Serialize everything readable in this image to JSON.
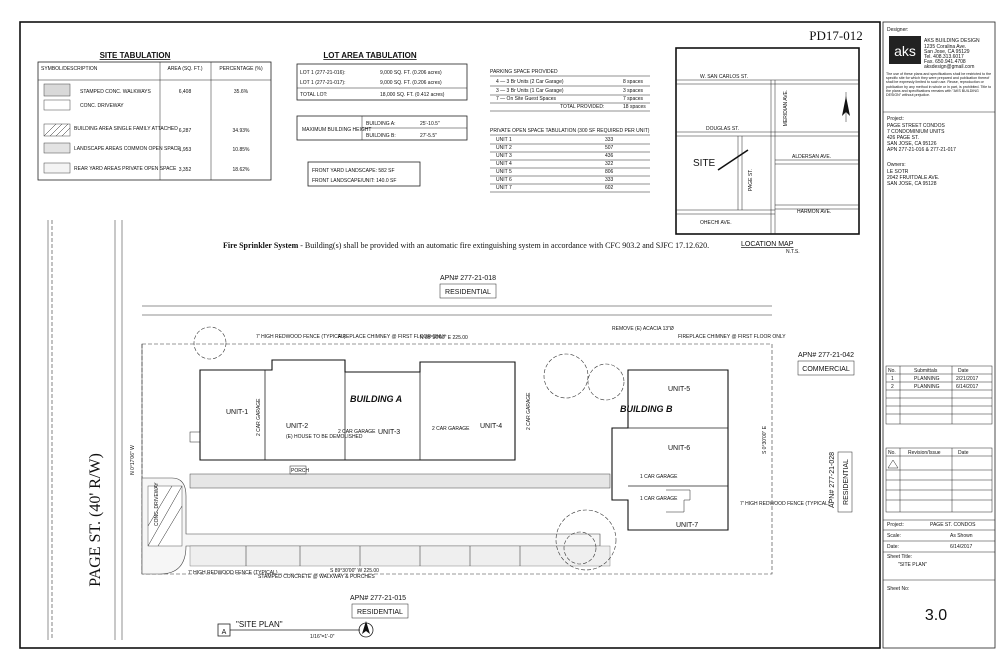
{
  "project_number": "PD17-012",
  "site_tabulation": {
    "title": "SITE TABULATION",
    "headers": [
      "SYMBOL/DESCRIPTION",
      "AREA (SQ. FT.)",
      "PERCENTAGE (%)"
    ],
    "rows": [
      {
        "desc": "STAMPED CONC. WALKWAYS",
        "area": "6,408",
        "pct": "35.6%"
      },
      {
        "desc": "CONC. DRIVEWAY",
        "area": "",
        "pct": ""
      },
      {
        "desc": "BUILDING AREA SINGLE FAMILY ATTACHED",
        "area": "6,287",
        "pct": "34.93%"
      },
      {
        "desc": "LANDSCAPE AREAS COMMON OPEN SPACE",
        "area": "1,953",
        "pct": "10.85%"
      },
      {
        "desc": "REAR YARD AREAS PRIVATE OPEN SPACE",
        "area": "3,352",
        "pct": "18.62%"
      }
    ]
  },
  "lot_area": {
    "title": "LOT AREA TABULATION",
    "rows": [
      {
        "label": "LOT 1 (277-21-016):",
        "value": "9,000 SQ. FT. (0.206 acres)"
      },
      {
        "label": "LOT 1 (277-21-017):",
        "value": "9,000 SQ. FT. (0.206 acres)"
      },
      {
        "label": "TOTAL LOT:",
        "value": "18,000 SQ. FT. (0.412 acres)"
      }
    ],
    "max_height_label": "MAXIMUM BUILDING HEIGHT",
    "heights": [
      {
        "label": "BUILDING A:",
        "value": "25'-10.5\""
      },
      {
        "label": "BUILDING B:",
        "value": "27'-5.5\""
      }
    ],
    "landscape": [
      "FRONT YARD LANDSCAPE: 582 SF",
      "FRONT LANDSCAPE/UNIT: 140.0 SF"
    ]
  },
  "parking": {
    "title": "PARKING SPACE PROVIDED",
    "rows": [
      {
        "label": "4 — 3 Br Units (2 Car Garage)",
        "value": "8 spaces"
      },
      {
        "label": "3 — 3 Br Units (1 Car Garage)",
        "value": "3 spaces"
      },
      {
        "label": "7 — On Site Guest Spaces",
        "value": "7 spaces"
      },
      {
        "label": "TOTAL PROVIDED:",
        "value": "18 spaces"
      }
    ]
  },
  "private_open": {
    "title": "PRIVATE OPEN SPACE TABULATION (300 SF REQUIRED PER UNIT)",
    "rows": [
      {
        "unit": "UNIT 1",
        "value": "333"
      },
      {
        "unit": "UNIT 2",
        "value": "507"
      },
      {
        "unit": "UNIT 3",
        "value": "436"
      },
      {
        "unit": "UNIT 4",
        "value": "322"
      },
      {
        "unit": "UNIT 5",
        "value": "806"
      },
      {
        "unit": "UNIT 6",
        "value": "333"
      },
      {
        "unit": "UNIT 7",
        "value": "602"
      }
    ]
  },
  "location_map": {
    "title": "LOCATION MAP",
    "nts": "N.T.S.",
    "site": "SITE",
    "streets": [
      "W. SAN CARLOS ST.",
      "DOUGLAS ST.",
      "MERIDIAN AVE.",
      "ALDERSAN AVE.",
      "PAGE ST.",
      "HARMON AVE.",
      "OHECHI AVE."
    ]
  },
  "fire_note": {
    "lead": "Fire Sprinkler System",
    "text": " - Building(s) shall be provided with an automatic fire extinguishing system in accordance with CFC 903.2 and SJFC 17.12.620."
  },
  "plan": {
    "apn_top": "APN# 277-21-018",
    "apn_top_use": "RESIDENTIAL",
    "apn_right": "APN# 277-21-042",
    "apn_right_use": "COMMERCIAL",
    "apn_right2": "APN# 277-21-028",
    "apn_right2_use": "RESIDENTIAL",
    "apn_bottom": "APN# 277-21-015",
    "apn_bottom_use": "RESIDENTIAL",
    "street": "PAGE ST. (40' R/W)",
    "bearing_top": "N 89°30'00\" E  225.00",
    "bearing_bottom": "S 89°30'00\" W  225.00",
    "bearing_left": "N 0°17'06\" W",
    "bearing_right": "S 0°30'00\" E",
    "building_a": "BUILDING A",
    "building_b": "BUILDING B",
    "units": [
      "UNIT-1",
      "UNIT-2",
      "UNIT-3",
      "UNIT-4",
      "UNIT-5",
      "UNIT-6",
      "UNIT-7"
    ],
    "garage_2": "2 CAR GARAGE",
    "garage_1": "1 CAR GARAGE",
    "driveway": "CONC. DRIVEWAY",
    "house_demo": "(E) HOUSE TO BE DEMOLISHED",
    "fence_note": "7' HIGH REDWOOD FENCE (TYPICAL)",
    "stamped_note": "STAMPED CONCRETE @ WALKWAY & PORCHES",
    "fireplace_note": "FIREPLACE CHIMNEY @ FIRST FLOOR ONLY",
    "remove_note": "REMOVE (E) ACACIA 13\"Ø",
    "porch": "PORCH",
    "callout_letter": "A",
    "callout_title": "\"SITE PLAN\"",
    "scale": "1/16\"=1'-0\""
  },
  "title_block": {
    "designer_label": "Designer:",
    "firm": "AKS BUILDING DESIGN",
    "firm_lines": [
      "1235 Coralina Ave.",
      "San Jose, CA 95129",
      "Tel. 408.313.6017",
      "Fax. 650.941.4708",
      "aksdesign@gmail.com"
    ],
    "disclaimer": "The use of these plans and specifications shall be restricted to the specific site for which they were prepared and publication thereof shall be expressly limited to such use. Reuse, reproduction or publication by any method in whole or in part, is prohibited. Title to the plans and specifications remains with \"AKS BUILDING DESIGN\" without prejudice.",
    "project_label": "Project:",
    "project_lines": [
      "PAGE STREET CONDOS",
      "7 CONDOMINIUM UNITS",
      "426 PAGE ST.",
      "SAN JOSE, CA 95126",
      "APN  277-21-016 & 277-21-017"
    ],
    "owners_label": "Owners:",
    "owners_lines": [
      "LE SOTR",
      "2042 FRUITDALE AVE.",
      "SAN JOSE, CA 95128"
    ],
    "submittals_headers": [
      "No.",
      "Submittals",
      "Date"
    ],
    "submittals": [
      {
        "no": "1",
        "name": "PLANNING",
        "date": "2/21/2017"
      },
      {
        "no": "2",
        "name": "PLANNING",
        "date": "6/14/2017"
      }
    ],
    "revision_headers": [
      "No.",
      "Revision/Issue",
      "Date"
    ],
    "info": [
      {
        "label": "Project:",
        "value": "PAGE ST. CONDOS"
      },
      {
        "label": "Scale:",
        "value": "As Shown"
      },
      {
        "label": "Date:",
        "value": "6/14/2017"
      }
    ],
    "sheet_title_label": "Sheet Title:",
    "sheet_title": "\"SITE PLAN\"",
    "sheet_no_label": "Sheet No:",
    "sheet_no": "3.0"
  }
}
